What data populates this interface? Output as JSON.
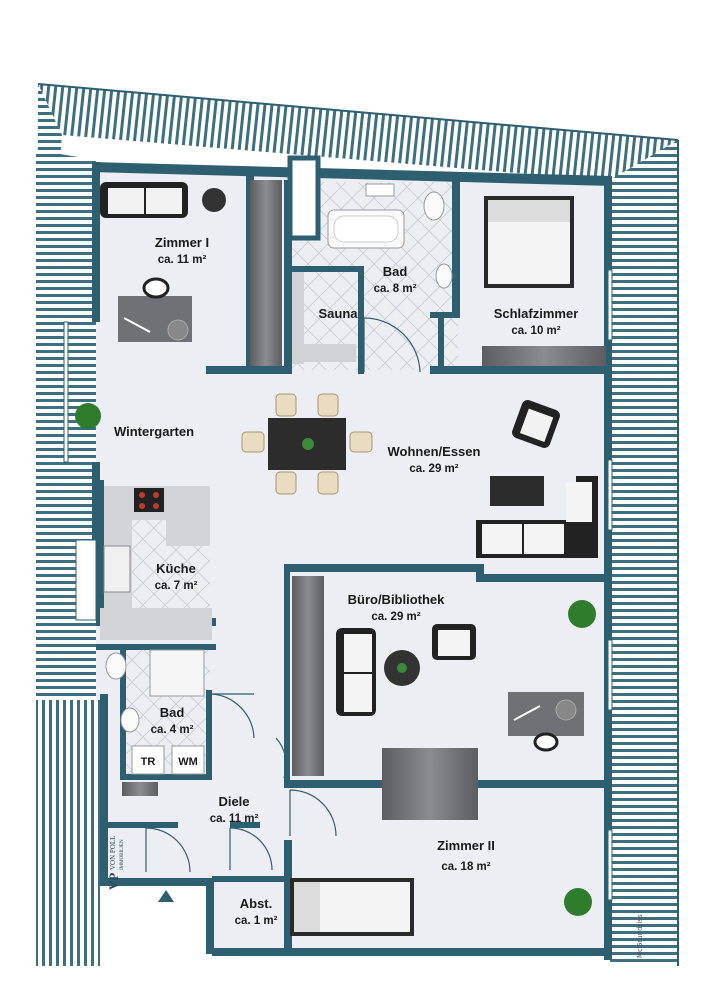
{
  "colors": {
    "wall": "#2e5f70",
    "roof_fill": "#ffffff",
    "roof_hatch": "#3d6f80",
    "floor": "#edeef3",
    "tile": "#e7e9ee",
    "furniture_dark": "#2a2a2a",
    "cabinet": "#6d6f73"
  },
  "rooms": [
    {
      "id": "zimmer1",
      "name": "Zimmer I",
      "area": "ca. 11 m²"
    },
    {
      "id": "bad1",
      "name": "Bad",
      "area": "ca. 8 m²"
    },
    {
      "id": "sauna",
      "name": "Sauna",
      "area": ""
    },
    {
      "id": "schlafzimmer",
      "name": "Schlafzimmer",
      "area": "ca. 10 m²"
    },
    {
      "id": "wintergarten",
      "name": "Wintergarten",
      "area": ""
    },
    {
      "id": "wohnen",
      "name": "Wohnen/Essen",
      "area": "ca. 29 m²"
    },
    {
      "id": "kueche",
      "name": "Küche",
      "area": "ca. 7 m²"
    },
    {
      "id": "buero",
      "name": "Büro/Bibliothek",
      "area": "ca. 29 m²"
    },
    {
      "id": "bad2",
      "name": "Bad",
      "area": "ca. 4 m²"
    },
    {
      "id": "diele",
      "name": "Diele",
      "area": "ca. 11 m²"
    },
    {
      "id": "zimmer2",
      "name": "Zimmer II",
      "area": "ca. 18 m²"
    },
    {
      "id": "abst",
      "name": "Abst.",
      "area": "ca. 1 m²"
    }
  ],
  "appliances": {
    "dryer": "TR",
    "washer": "WM"
  },
  "logo": {
    "mark": "VP",
    "line1": "VON POLL",
    "line2": "IMMOBILIEN"
  },
  "credit": "McGrundriss"
}
